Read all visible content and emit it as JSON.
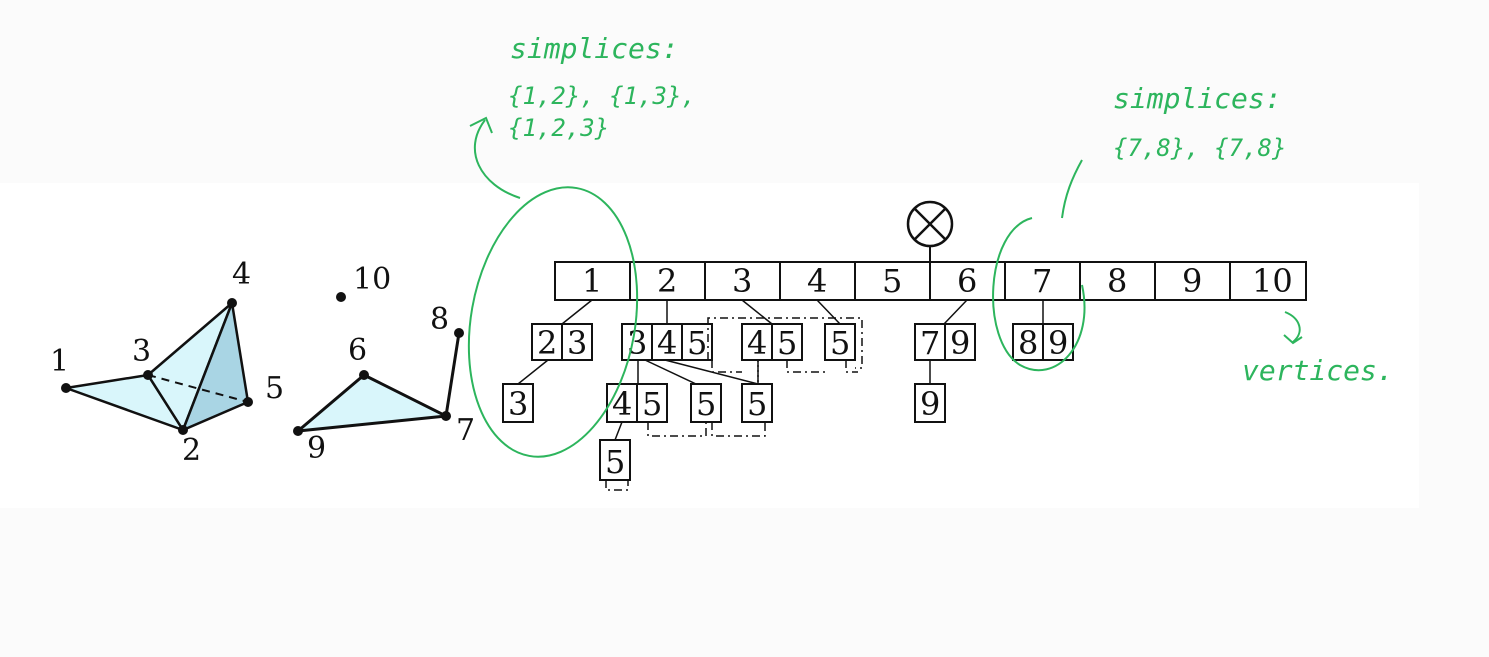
{
  "complex": {
    "vertex_labels": [
      "1",
      "2",
      "3",
      "4",
      "5",
      "6",
      "7",
      "8",
      "9",
      "10"
    ],
    "colors": {
      "fill": "#d9f6fb",
      "fill_dark": "#a9d5e4",
      "stroke": "#111111"
    }
  },
  "tree": {
    "root_symbol": "⊗",
    "top_level": [
      "1",
      "2",
      "3",
      "4",
      "5",
      "6",
      "7",
      "8",
      "9",
      "10"
    ],
    "level2_v1": [
      "2",
      "3"
    ],
    "level3_v1": [
      "3"
    ],
    "level2_v2": [
      "3",
      "4",
      "5"
    ],
    "level3_v2a": [
      "4",
      "5"
    ],
    "level3_v2b": [
      "5"
    ],
    "level3_v2c": [
      "5"
    ],
    "level4_v2": [
      "5"
    ],
    "level2_v3": [
      "4",
      "5"
    ],
    "level2_v4": [
      "5"
    ],
    "level2_v6": [
      "7",
      "9"
    ],
    "level3_v6": [
      "9"
    ],
    "level2_v7": [
      "8",
      "9"
    ]
  },
  "annotations": {
    "left_title": "simplices:",
    "left_line1": "{1,2}, {1,3},",
    "left_line2": "{1,2,3}",
    "right_title": "simplices:",
    "right_line1": "{7,8}, {7,8}",
    "vertices_note": "vertices.",
    "color": "#2db55d"
  }
}
